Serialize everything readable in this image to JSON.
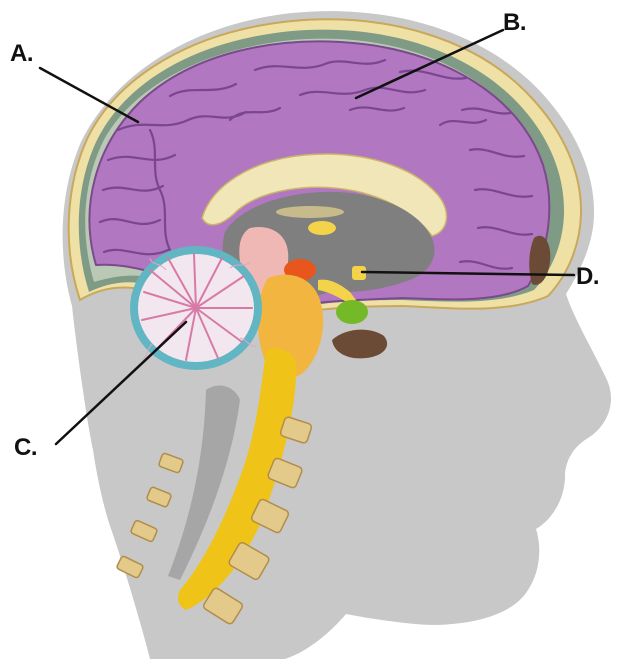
{
  "labels": {
    "a": "A.",
    "b": "B.",
    "c": "C.",
    "d": "D."
  },
  "colors": {
    "skin": "#c8c8c8",
    "skull": "#efe1a6",
    "skull_edge": "#c9a85a",
    "meninges": "#7f9b86",
    "cerebrum": "#b177c0",
    "cerebrum_dark": "#8a4f9d",
    "white_matter": "#f0e6b8",
    "cerebellum": "#f3e7ef",
    "cerebellum_ring": "#62b6c4",
    "brainstem": "#f2b640",
    "spinal_cord": "#f0c318",
    "hypothalamus": "#e8561d",
    "pituitary": "#74b927",
    "sinus": "#6b4b35",
    "ventricle": "#7f7f7f"
  }
}
